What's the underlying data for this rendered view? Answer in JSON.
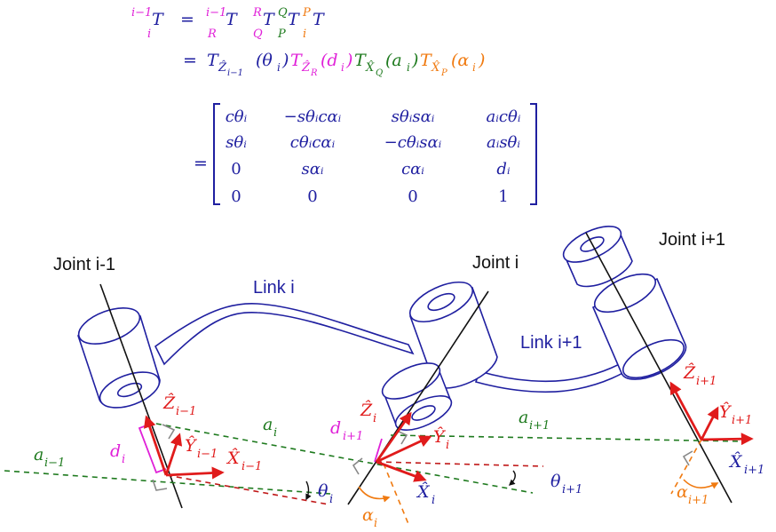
{
  "equation": {
    "line1": {
      "lhs_super": "i−1",
      "lhs_T": "T",
      "lhs_sub": "i",
      "eq": "=",
      "t1_super": "i−1",
      "t1_sub": "R",
      "t1_T": "T",
      "t2_super": "R",
      "t2_sub": "Q",
      "t2_T": "T",
      "t3_super": "Q",
      "t3_sub": "P",
      "t3_T": "T",
      "t4_super": "P",
      "t4_sub": "i",
      "t4_T": "T"
    },
    "line2": {
      "eq": "=",
      "f1_T": "T",
      "f1_sub": "Ẑ",
      "f1_subsub": "i−1",
      "f1_arg": "(θ",
      "f1_argsub": "i",
      "f1_close": ")",
      "f2_T": "T",
      "f2_sub": "Ẑ",
      "f2_subsub": "R",
      "f2_arg": "(d",
      "f2_argsub": "i",
      "f2_close": ")",
      "f3_T": "T",
      "f3_sub": "X̂",
      "f3_subsub": "Q",
      "f3_arg": "(a",
      "f3_argsub": "i",
      "f3_close": ")",
      "f4_T": "T",
      "f4_sub": "X̂",
      "f4_subsub": "P",
      "f4_arg": "(α",
      "f4_argsub": "i",
      "f4_close": ")"
    },
    "matrix_eq": "=",
    "matrix": [
      [
        "cθᵢ",
        "−sθᵢcαᵢ",
        "sθᵢsαᵢ",
        "aᵢcθᵢ"
      ],
      [
        "sθᵢ",
        "cθᵢcαᵢ",
        "−cθᵢsαᵢ",
        "aᵢsθᵢ"
      ],
      [
        "0",
        "sαᵢ",
        "cαᵢ",
        "dᵢ"
      ],
      [
        "0",
        "0",
        "0",
        "1"
      ]
    ]
  },
  "labels": {
    "joint_prev": "Joint i-1",
    "joint_cur": "Joint i",
    "joint_next": "Joint i+1",
    "link_i": "Link i",
    "link_next": "Link i+1"
  },
  "symbols": {
    "z_prev": "Ẑ",
    "z_prev_sub": "i−1",
    "y_prev": "Ŷ",
    "y_prev_sub": "i−1",
    "x_prev": "X̂",
    "x_prev_sub": "i−1",
    "a_prev": "a",
    "a_prev_sub": "i−1",
    "d_i": "d",
    "d_i_sub": "i",
    "a_i": "a",
    "a_i_sub": "i",
    "theta_i": "θ",
    "theta_i_sub": "i",
    "z_i": "Ẑ",
    "z_i_sub": "i",
    "d_next": "d",
    "d_next_sub": "i+1",
    "y_i": "Ŷ",
    "y_i_sub": "i",
    "x_i": "X̂",
    "x_i_sub": "i",
    "alpha_i": "α",
    "alpha_i_sub": "i",
    "a_next": "a",
    "a_next_sub": "i+1",
    "theta_next": "θ",
    "theta_next_sub": "i+1",
    "z_next": "Ẑ",
    "z_next_sub": "i+1",
    "y_next": "Ŷ",
    "y_next_sub": "i+1",
    "x_next": "X̂",
    "x_next_sub": "i+1",
    "alpha_next": "α",
    "alpha_next_sub": "i+1"
  },
  "colors": {
    "navy": "#1f1fa0",
    "red": "#e01b1b",
    "magenta": "#e020d8",
    "green": "#1e7a1e",
    "orange": "#f07a10",
    "darkred": "#c01818",
    "gray": "#888888"
  }
}
